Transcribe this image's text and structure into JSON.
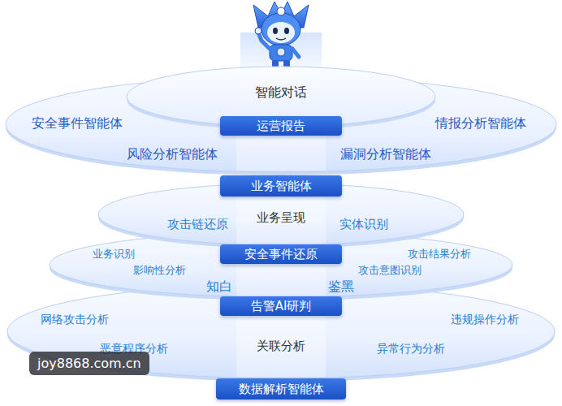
{
  "diagram": {
    "nodes": [
      {
        "text": [
          "安全事件智能体",
          "情报分析智能体",
          "风险分析智能体",
          "漏洞分析智能体"
        ]
      },
      {
        "text": [
          "智能对话"
        ],
        "in": 0
      },
      {
        "text": [
          "运营报告"
        ],
        "in": 1
      },
      {
        "text": [
          "业务智能体"
        ],
        "in": 0
      },
      {
        "text": [
          "攻击链还原",
          "业务呈现",
          "实体识别"
        ]
      },
      {
        "text": [
          "安全事件还原"
        ],
        "in": 4
      },
      {
        "text": [
          "业务识别",
          "攻击结果分析",
          "影响性分析",
          "攻击意图识别",
          "知白",
          "鉴黑"
        ]
      },
      {
        "text": [
          "告警AI研判"
        ],
        "in": 6
      },
      {
        "text": [
          "网络攻击分析",
          "违规操作分析",
          "恶意程序分析",
          "关联分析",
          "异常行为分析"
        ]
      },
      {
        "text": [
          "数据解析智能体"
        ],
        "in": 8
      }
    ],
    "labels": [
      "joy8868.com.cn"
    ]
  }
}
